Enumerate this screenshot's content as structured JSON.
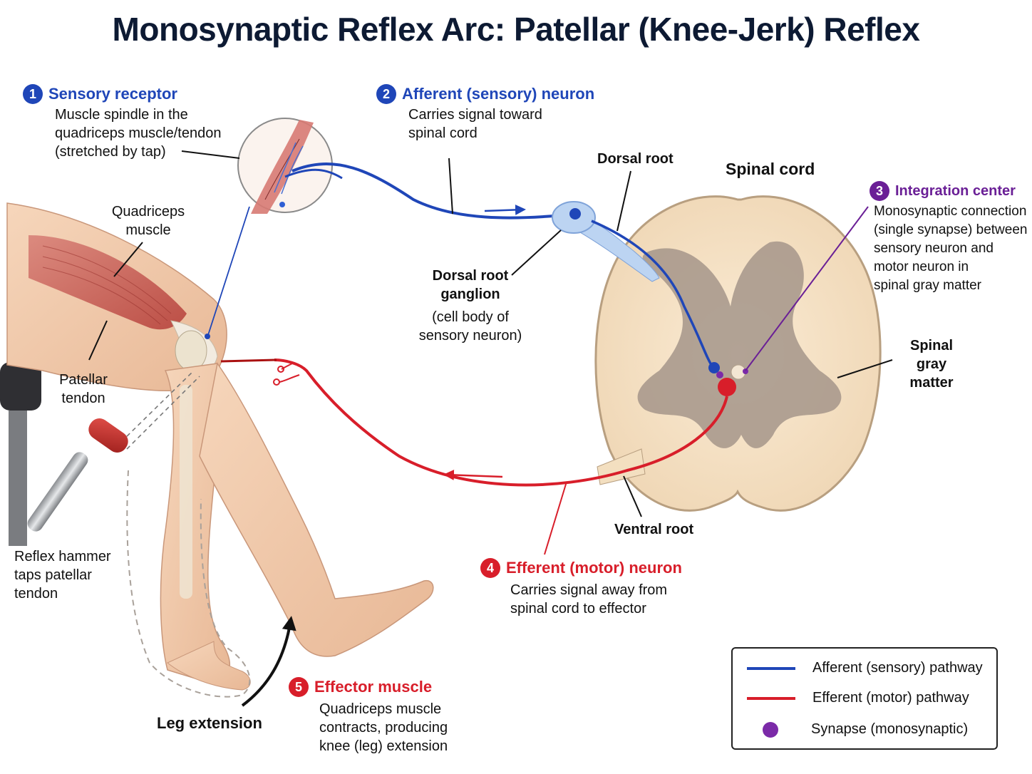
{
  "title": "Monosynaptic Reflex Arc: Patellar (Knee-Jerk) Reflex",
  "colors": {
    "afferent": "#1f46b8",
    "efferent": "#d81e2a",
    "synapse": "#6a1f96"
  },
  "steps": [
    {
      "number": "1",
      "title": "Sensory receptor",
      "lines": [
        "Muscle spindle in the",
        "quadriceps muscle/tendon",
        "(stretched by tap)"
      ]
    },
    {
      "number": "2",
      "title": "Afferent (sensory) neuron",
      "lines": [
        "Carries signal toward",
        "spinal cord"
      ]
    },
    {
      "number": "3",
      "title": "Integration center",
      "lines": [
        "Monosynaptic connection",
        "(single synapse) between",
        "sensory neuron and",
        "motor neuron in",
        "spinal gray matter"
      ]
    },
    {
      "number": "4",
      "title": "Efferent (motor) neuron",
      "lines": [
        "Carries signal away from",
        "spinal cord to effector"
      ]
    },
    {
      "number": "5",
      "title": "Effector muscle",
      "lines": [
        "Quadriceps muscle",
        "contracts, producing",
        "knee (leg) extension"
      ]
    }
  ],
  "labels": {
    "quadriceps_muscle": [
      "Quadriceps",
      "muscle"
    ],
    "patellar_tendon": [
      "Patellar",
      "tendon"
    ],
    "reflex_hammer": [
      "Reflex hammer",
      "taps patellar",
      "tendon"
    ],
    "leg_extension": "Leg extension",
    "dorsal_root": "Dorsal root",
    "spinal_cord": "Spinal cord",
    "drg": [
      "Dorsal root",
      "ganglion"
    ],
    "drg_note": [
      "(cell body of",
      "sensory neuron)"
    ],
    "spinal_gray_matter": [
      "Spinal",
      "gray",
      "matter"
    ],
    "ventral_root": "Ventral root"
  },
  "legend": [
    {
      "label": "Afferent (sensory) pathway",
      "kind": "line",
      "color": "#1f46b8"
    },
    {
      "label": "Efferent (motor) pathway",
      "kind": "line",
      "color": "#d81e2a"
    },
    {
      "label": "Synapse (monosynaptic)",
      "kind": "dot",
      "color": "#7b2aa8"
    }
  ]
}
